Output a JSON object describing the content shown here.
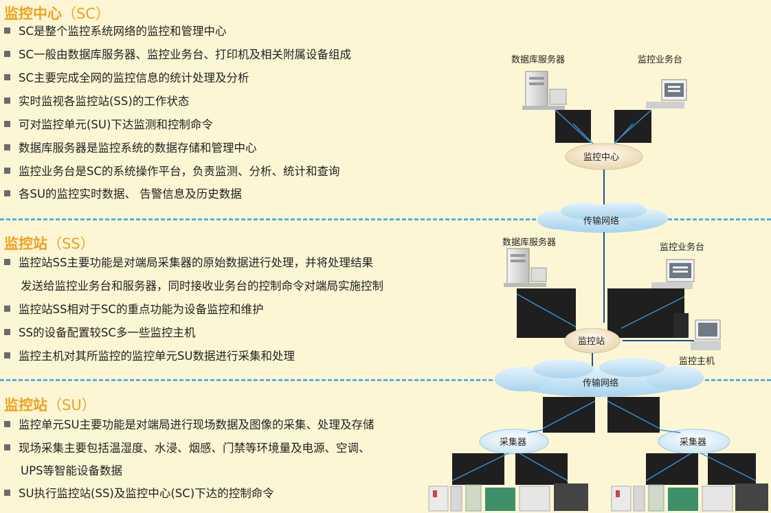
{
  "sc": {
    "title": "监控中心",
    "sub": "（SC）",
    "bullets": [
      "SC是整个监控系统网络的监控和管理中心",
      "SC一般由数据库服务器、监控业务台、打印机及相关附属设备组成",
      "SC主要完成全网的监控信息的统计处理及分析",
      "实时监视各监控站(SS)的工作状态",
      "可对监控单元(SU)下达监测和控制命令",
      "数据库服务器是监控系统的数据存储和管理中心",
      "监控业务台是SC的系统操作平台，负责监测、分析、统计和查询",
      "各SU的监控实时数据、 告警信息及历史数据"
    ]
  },
  "ss": {
    "title": "监控站",
    "sub": "（SS）",
    "bullets": [
      "监控站SS主要功能是对端局采集器的原始数据进行处理，并将处理结果",
      "监控站SS相对于SC的重点功能为设备监控和维护",
      "SS的设备配置较SC多一些监控主机",
      "监控主机对其所监控的监控单元SU数据进行采集和处理"
    ],
    "continuation": "发送给监控业务台和服务器，同时接收业务台的控制命令对端局实施控制"
  },
  "su": {
    "title": "监控站",
    "sub": "（SU）",
    "bullets": [
      "监控单元SU主要功能是对端局进行现场数据及图像的采集、处理及存储",
      "现场采集主要包括温湿度、水浸、烟感、门禁等环境量及电源、空调、",
      "SU执行监控站(SS)及监控中心(SC)下达的控制命令"
    ],
    "continuation": "UPS等智能设备数据"
  },
  "diagram": {
    "sc_db_server": "数据库服务器",
    "sc_console": "监控业务台",
    "center_hub": "监控中心",
    "network1": "传输网络",
    "ss_db_server": "数据库服务器",
    "ss_console": "监控业务台",
    "station_hub": "监控站",
    "monitor_host": "监控主机",
    "network2": "传输网络",
    "collector_left": "采集器",
    "collector_right": "采集器"
  }
}
